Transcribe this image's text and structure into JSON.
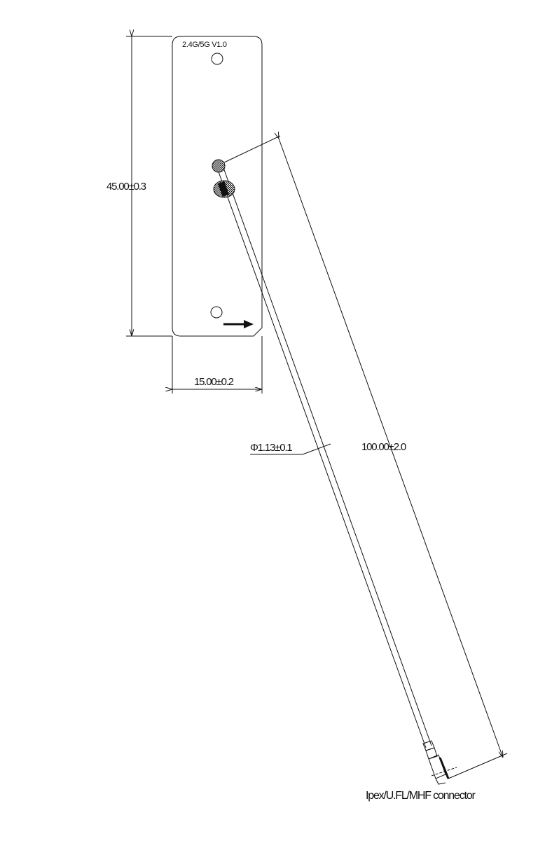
{
  "board_label": "2.4G/5G V1.0",
  "dimensions": {
    "height": "45.00±0.3",
    "width": "15.00±0.2",
    "cable_diameter": "Φ1.13±0.1",
    "cable_length": "100.00±2.0"
  },
  "connector_label": "Ipex/U.FL/MHF connector"
}
